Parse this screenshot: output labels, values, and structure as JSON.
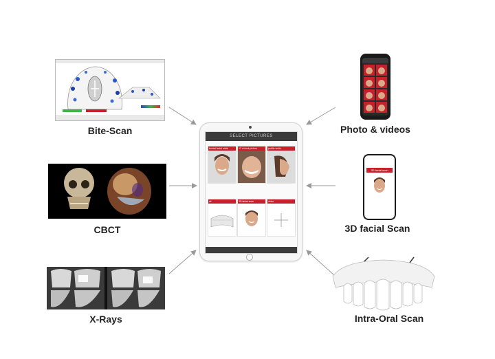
{
  "sources": {
    "bite_scan": "Bite-Scan",
    "cbct": "CBCT",
    "x_rays": "X-Rays",
    "photo_videos": "Photo & videos",
    "facial_scan": "3D facial Scan",
    "intra_oral": "Intra-Oral Scan"
  },
  "tablet": {
    "title": "SELECT PICTURES",
    "tiles": [
      "frontal facial smile",
      "12 o'clock picture",
      "profile smile",
      "wt",
      "3D facial scan",
      "video"
    ]
  },
  "phone_screen_tag": "3D facial scan",
  "colors": {
    "accent_red": "#c8202a",
    "dark_bar": "#3b3b3b",
    "arrow": "#9a9a9a"
  }
}
